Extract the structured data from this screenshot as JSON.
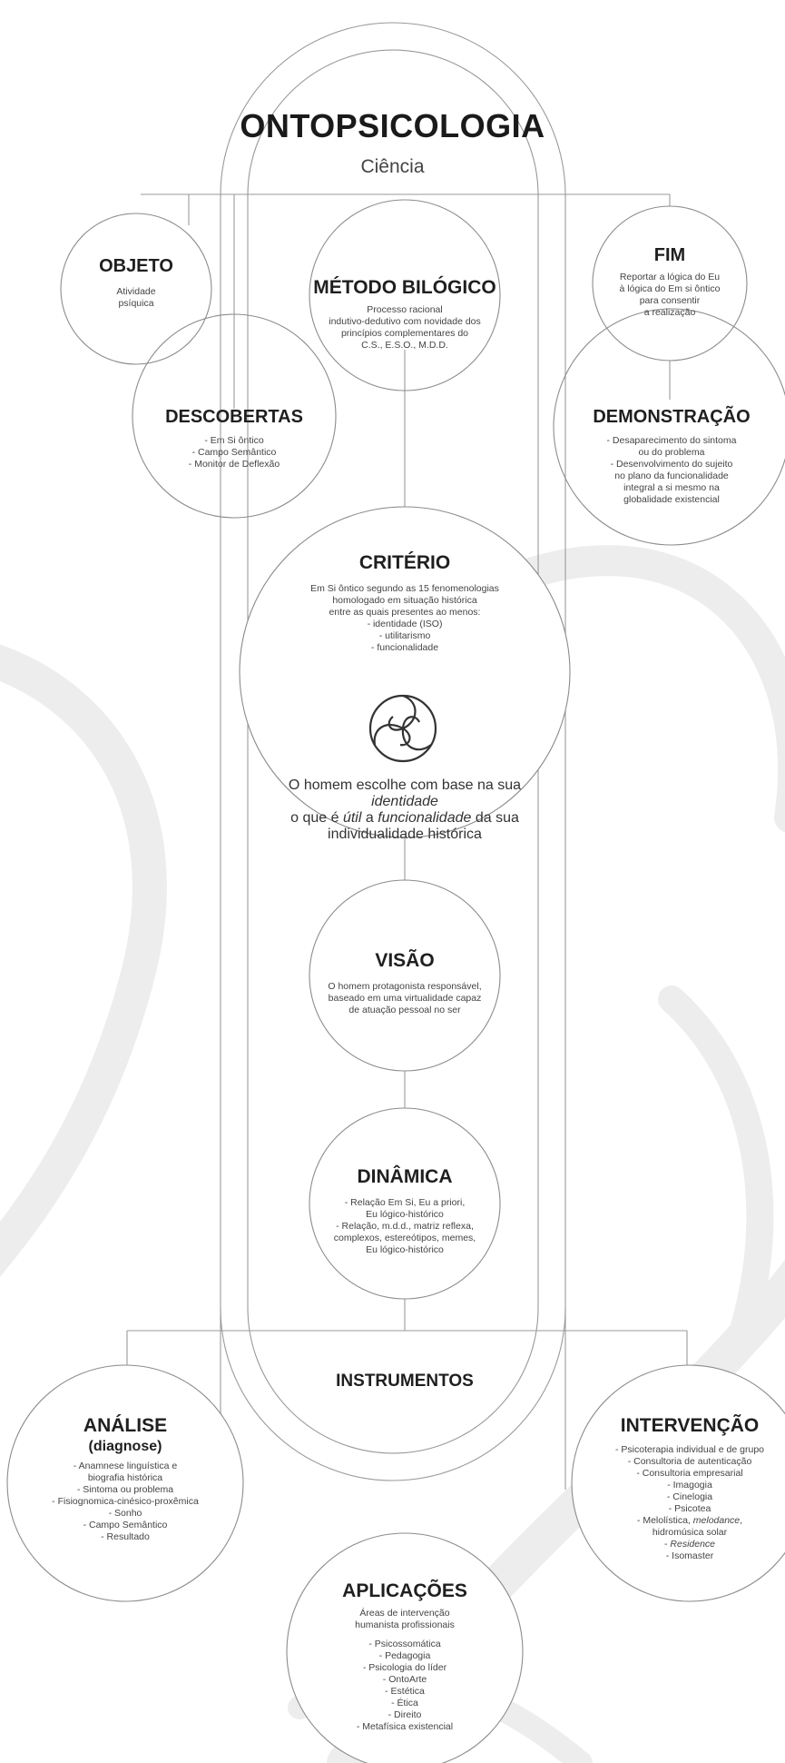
{
  "header": {
    "title": "ONTOPSICOLOGIA",
    "subtitle": "Ciência"
  },
  "objeto": {
    "title": "OBJETO",
    "text": [
      "Atividade",
      "psíquica"
    ]
  },
  "metodo": {
    "title": "MÉTODO BILÓGICO",
    "text": [
      "Processo racional",
      "indutivo-dedutivo com novidade dos",
      "princípios complementares do",
      "C.S., E.S.O., M.D.D."
    ]
  },
  "fim": {
    "title": "FIM",
    "text": [
      "Reportar a lógica do Eu",
      "à lógica do Em si ôntico",
      "para consentir",
      "a realização"
    ]
  },
  "descobertas": {
    "title": "DESCOBERTAS",
    "items": [
      "- Em Si ôntico",
      "- Campo Semântico",
      "- Monitor de Deflexão"
    ]
  },
  "demonstracao": {
    "title": "DEMONSTRAÇÃO",
    "items": [
      "- Desaparecimento do sintoma",
      "ou do problema",
      "- Desenvolvimento do sujeito",
      "no plano da funcionalidade",
      "integral a si mesmo na",
      "globalidade existencial"
    ]
  },
  "criterio": {
    "title": "CRITÉRIO",
    "text": [
      "Em Si ôntico segundo as 15 fenomenologias",
      "homologado em situação histórica",
      "entre as quais presentes ao menos:",
      "- identidade (ISO)",
      "- utilitarismo",
      "- funcionalidade"
    ],
    "symbol": "triskelion-circle-icon",
    "footer_parts": [
      "O homem escolhe com base na sua ",
      "identidade",
      "o que é ",
      "útil",
      " a ",
      "funcionalidade",
      " da sua",
      "individualidade histórica"
    ]
  },
  "visao": {
    "title": "VISÃO",
    "text": [
      "O homem protagonista responsável,",
      "baseado em uma virtualidade capaz",
      "de atuação pessoal no ser"
    ]
  },
  "dinamica": {
    "title": "DINÂMICA",
    "text": [
      "- Relação Em Si, Eu a priori,",
      "Eu lógico-histórico",
      "- Relação, m.d.d., matriz reflexa,",
      "complexos, estereótipos, memes,",
      "Eu lógico-histórico"
    ]
  },
  "instrumentos": {
    "title": "INSTRUMENTOS"
  },
  "analise": {
    "title": "ANÁLISE",
    "subtitle": "(diagnose)",
    "items": [
      "- Anamnese linguística e",
      "biografia histórica",
      "- Sintoma ou problema",
      "- Fisiognomica-cinésico-proxêmica",
      "- Sonho",
      "- Campo Semântico",
      "- Resultado"
    ]
  },
  "intervencao": {
    "title": "INTERVENÇÃO",
    "items": [
      "- Psicoterapia individual e de grupo",
      "- Consultoria de autenticação",
      "- Consultoria empresarial",
      "- Imagogia",
      "- Cinelogia",
      "- Psicotea"
    ],
    "melolistica_parts": [
      "- Melolística, ",
      "melodance",
      ","
    ],
    "items2": [
      "hidromúsica solar"
    ],
    "residence": [
      "- ",
      "Residence"
    ],
    "items3": [
      "- Isomaster"
    ]
  },
  "aplicacoes": {
    "title": "APLICAÇÕES",
    "intro": [
      "Áreas de intervenção",
      "humanista profissionais"
    ],
    "items": [
      "- Psicossomática",
      "- Pedagogia",
      "- Psicologia do líder",
      "- OntoArte",
      "- Estética",
      "- Ética",
      "- Direito",
      "- Metafísica existencial"
    ]
  },
  "colors": {
    "line": "#9a9a9a",
    "circle": "#8c8c8c",
    "bg_stroke": "#e7e7e7",
    "title": "#1f1f1f",
    "text": "#444444"
  }
}
